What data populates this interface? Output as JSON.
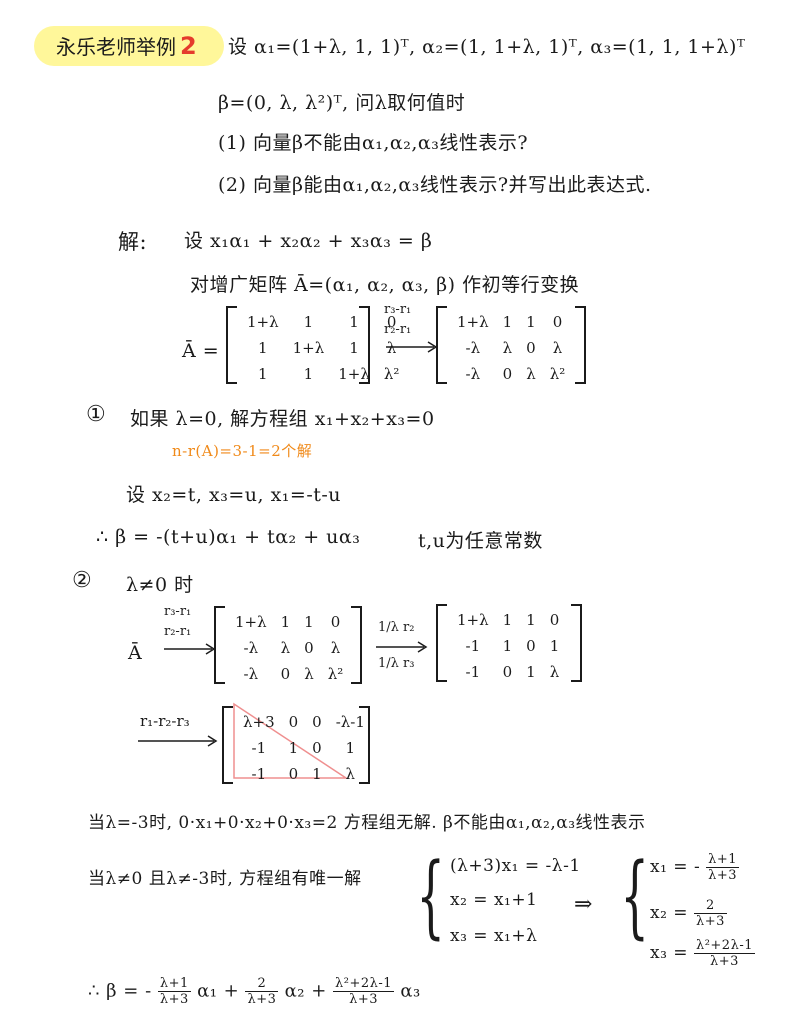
{
  "header": {
    "tag_text": "永乐老师举例",
    "tag_number": "2"
  },
  "problem": {
    "line1": "设 α₁=(1+λ, 1, 1)ᵀ, α₂=(1, 1+λ, 1)ᵀ, α₃=(1, 1, 1+λ)ᵀ",
    "line2": "β=(0, λ, λ²)ᵀ, 问λ取何值时",
    "q1": "(1) 向量β不能由α₁,α₂,α₃线性表示?",
    "q2": "(2) 向量β能由α₁,α₂,α₃线性表示?并写出此表达式."
  },
  "solution": {
    "label": "解:",
    "setup": "设 x₁α₁ + x₂α₂ + x₃α₃ = β",
    "augment": "对增广矩阵 Ā=(α₁, α₂, α₃, β) 作初等行变换",
    "abar": "Ā =",
    "op_r3r1": "r₃-r₁",
    "op_r2r1": "r₂-r₁",
    "matrix_A": [
      [
        "1+λ",
        "1",
        "1",
        "0"
      ],
      [
        "1",
        "1+λ",
        "1",
        "λ"
      ],
      [
        "1",
        "1",
        "1+λ",
        "λ²"
      ]
    ],
    "matrix_B": [
      [
        "1+λ",
        "1",
        "1",
        "0"
      ],
      [
        "-λ",
        "λ",
        "0",
        "λ"
      ],
      [
        "-λ",
        "0",
        "λ",
        "λ²"
      ]
    ],
    "case1_num": "①",
    "case1": "如果 λ=0, 解方程组 x₁+x₂+x₃=0",
    "case1_note": "n-r(A)=3-1=2个解",
    "case1_set": "设 x₂=t, x₃=u, x₁=-t-u",
    "case1_result": "∴ β = -(t+u)α₁ + tα₂ + uα₃",
    "case1_tail": "t,u为任意常数",
    "case2_num": "②",
    "case2": "λ≠0 时",
    "abar2": "Ā",
    "op_r2": "1/λ r₂",
    "op_r3": "1/λ r₃",
    "matrix_C": [
      [
        "1+λ",
        "1",
        "1",
        "0"
      ],
      [
        "-1",
        "1",
        "0",
        "1"
      ],
      [
        "-1",
        "0",
        "1",
        "λ"
      ]
    ],
    "op_r1": "r₁-r₂-r₃",
    "matrix_D": [
      [
        "λ+3",
        "0",
        "0",
        "-λ-1"
      ],
      [
        "-1",
        "1",
        "0",
        "1"
      ],
      [
        "-1",
        "0",
        "1",
        "λ"
      ]
    ],
    "case_m3": "当λ=-3时, 0·x₁+0·x₂+0·x₃=2  方程组无解. β不能由α₁,α₂,α₃线性表示",
    "case_else": "当λ≠0 且λ≠-3时, 方程组有唯一解",
    "sys1": "(λ+3)x₁ = -λ-1",
    "sys2": "x₂ = x₁+1",
    "sys3": "x₃ = x₁+λ",
    "implies": "⇒",
    "x1_lhs": "x₁ = -",
    "x1_num": "λ+1",
    "x1_den": "λ+3",
    "x2_lhs": "x₂ =",
    "x2_num": "2",
    "x2_den": "λ+3",
    "x3_lhs": "x₃ =",
    "x3_num": "λ²+2λ-1",
    "x3_den": "λ+3",
    "final_lhs": "∴ β = -",
    "f1_num": "λ+1",
    "f1_den": "λ+3",
    "f1_tail": "α₁ +",
    "f2_num": "2",
    "f2_den": "λ+3",
    "f2_tail": "α₂ +",
    "f3_num": "λ²+2λ-1",
    "f3_den": "λ+3",
    "f3_tail": "α₃"
  },
  "colors": {
    "highlight": "#fff79a",
    "accent_red": "#e53b2c",
    "orange": "#f08a1a",
    "triangle": "#ef8f8f"
  }
}
